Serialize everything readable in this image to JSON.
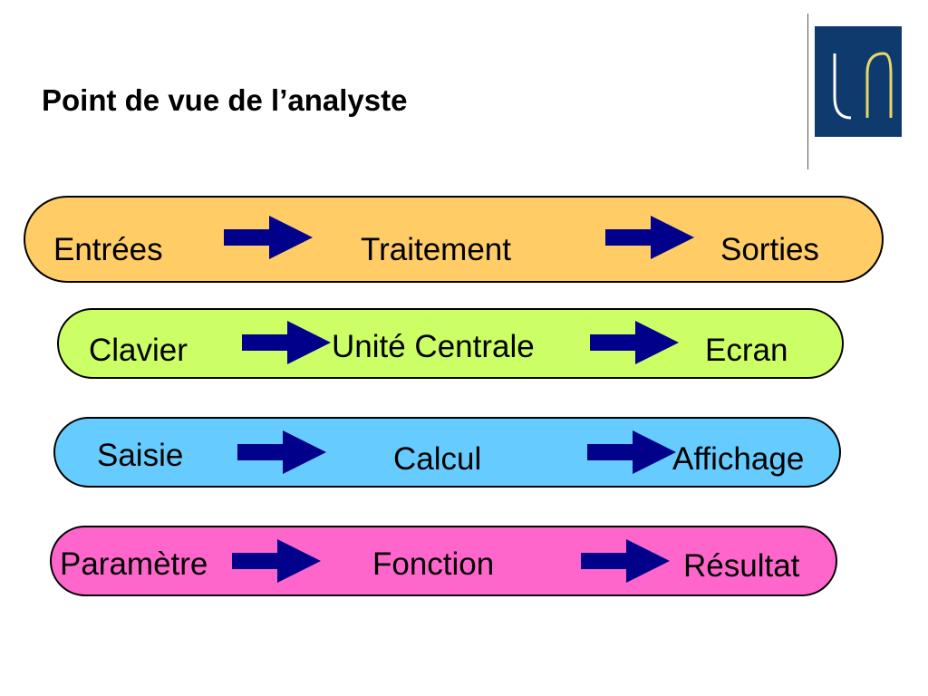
{
  "title": "Point de vue de l’analyste",
  "colors": {
    "arrow": "#00008B",
    "logo_background": "#0E3A6E",
    "logo_stroke_left": "#FFFFFF",
    "logo_stroke_right": "#E5D86A"
  },
  "rows": [
    {
      "fill": "#FFCC66",
      "items": [
        "Entrées",
        "Traitement",
        "Sorties"
      ]
    },
    {
      "fill": "#CCFF66",
      "items": [
        "Clavier",
        "Unité Centrale",
        "Ecran"
      ]
    },
    {
      "fill": "#66CCFF",
      "items": [
        "Saisie",
        "Calcul",
        "Affichage"
      ]
    },
    {
      "fill": "#FF66CC",
      "items": [
        "Paramètre",
        "Fonction",
        "Résultat"
      ]
    }
  ]
}
